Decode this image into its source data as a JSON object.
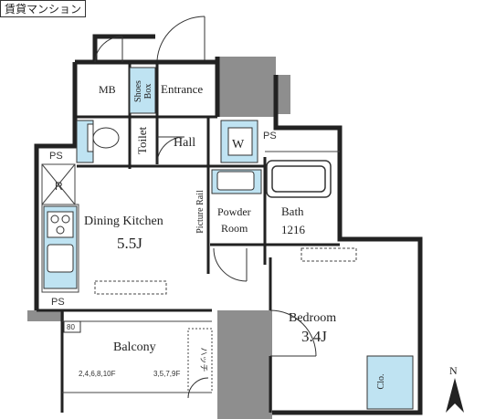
{
  "header": {
    "badge": "賃貸マンション"
  },
  "rooms": {
    "mb": "MB",
    "shoes_box": [
      "Shoes",
      "Box"
    ],
    "entrance": "Entrance",
    "toilet": "Toilet",
    "hall": "Hall",
    "w": "W",
    "ps_top": "PS",
    "ps_left_top": "PS",
    "ps_left_bottom": "PS",
    "r": "R",
    "dining_kitchen": "Dining Kitchen",
    "dining_kitchen_size": "5.5J",
    "picture_rail": "Picture Rail",
    "powder_room": [
      "Powder",
      "Room"
    ],
    "bath": "Bath",
    "bath_size": "1216",
    "bedroom": "Bedroom",
    "bedroom_size": "3.4J",
    "balcony": "Balcony",
    "balcony_floors_left": "2,4,6,8,10F",
    "balcony_floors_right": "3,5,7,9F",
    "hatch": "ハッチ",
    "clo": "Clo.",
    "marker": "80",
    "north": "N"
  },
  "colors": {
    "wall": "#222222",
    "shade": "#8e8e8e",
    "fixture": "#bfe3f2",
    "line": "#333333"
  }
}
